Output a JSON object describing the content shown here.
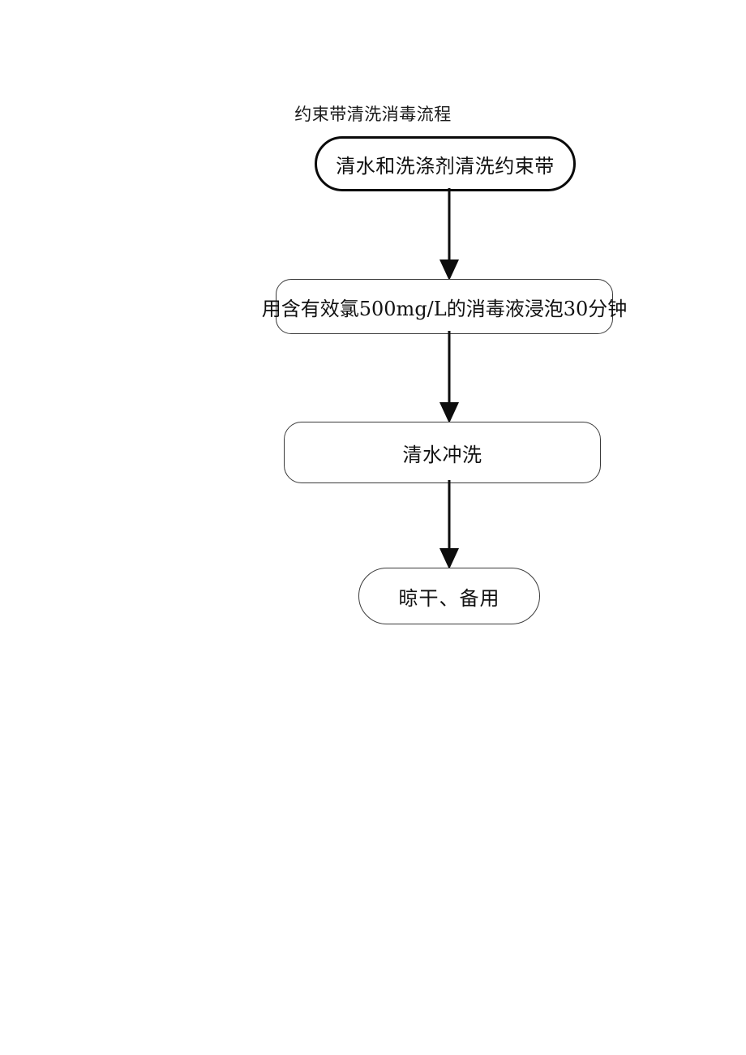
{
  "document": {
    "title": "约束带清洗消毒流程",
    "background_color": "#ffffff",
    "ink_color": "#111111"
  },
  "flowchart": {
    "orientation": "top-to-bottom",
    "nodes": [
      {
        "id": "wash",
        "shape": "stadium",
        "label": "清水和洗涤剂清洗约束带",
        "border_color": "#0a0a0a",
        "fill_color": "#ffffff"
      },
      {
        "id": "soak",
        "shape": "rounded-rectangle",
        "label": "用含有效氯500mg/L的消毒液浸泡30分钟",
        "border_color": "#3a3a3a",
        "fill_color": "#ffffff"
      },
      {
        "id": "rinse",
        "shape": "rounded-rectangle",
        "label": "清水冲洗",
        "border_color": "#3a3a3a",
        "fill_color": "#ffffff"
      },
      {
        "id": "dry",
        "shape": "stadium",
        "label": "晾干、备用",
        "border_color": "#3a3a3a",
        "fill_color": "#ffffff"
      }
    ],
    "connectors": [
      {
        "id": "wash-to-soak",
        "from": "wash",
        "to": "soak",
        "style": "arrow-down"
      },
      {
        "id": "soak-to-rinse",
        "from": "soak",
        "to": "rinse",
        "style": "arrow-down"
      },
      {
        "id": "rinse-to-dry",
        "from": "rinse",
        "to": "dry",
        "style": "arrow-down"
      }
    ]
  }
}
